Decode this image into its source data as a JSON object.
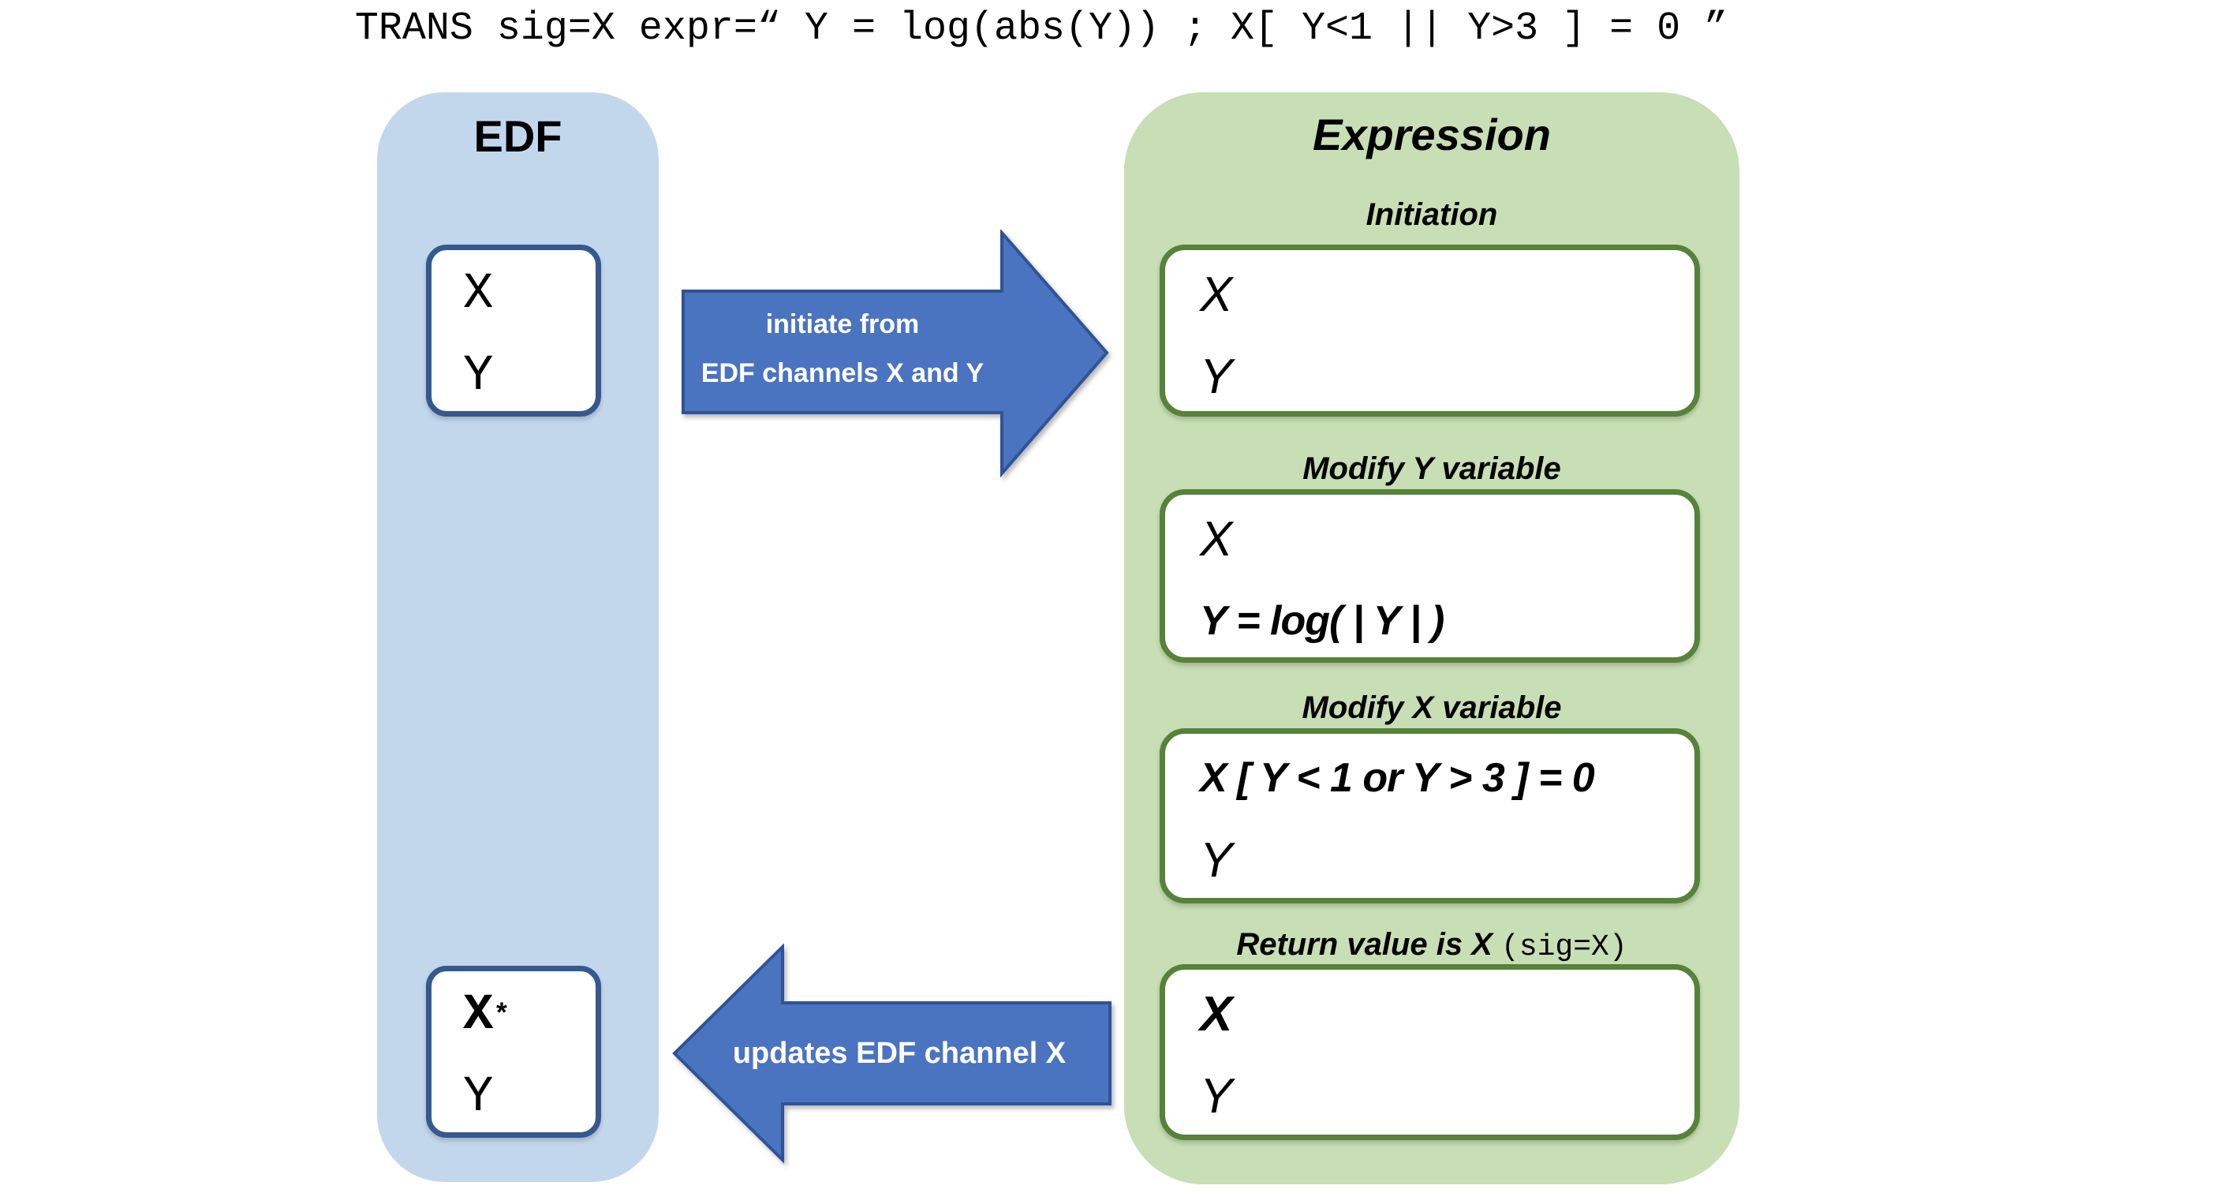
{
  "command": {
    "text": "TRANS sig=X expr=“ Y = log(abs(Y)) ; X[ Y<1 || Y>3 ] = 0 ”"
  },
  "edf_panel": {
    "title": "EDF",
    "input_box": {
      "x": "X",
      "y": "Y"
    },
    "output_box": {
      "x": "X",
      "star": "*",
      "y": "Y"
    }
  },
  "arrows": {
    "initiate": {
      "line1": "initiate from",
      "line2": "EDF channels X and Y"
    },
    "update": {
      "label": "updates EDF channel X"
    }
  },
  "expression_panel": {
    "title": "Expression",
    "sections": [
      {
        "label": "Initiation",
        "lines": [
          "X",
          "Y"
        ]
      },
      {
        "label": "Modify Y variable",
        "lines": [
          "X",
          "Y = log( | Y | )"
        ]
      },
      {
        "label": "Modify X variable",
        "lines": [
          "X [ Y < 1 or Y > 3 ] = 0",
          "Y"
        ]
      },
      {
        "label": "Return value is X ",
        "label_code": "(sig=X)",
        "lines": [
          "X",
          "Y"
        ]
      }
    ]
  },
  "colors": {
    "edf-panel-bg": "#c3d7ec",
    "edf-box-border": "#35598f",
    "arrow-fill": "#4a73c0",
    "arrow-stroke": "#2f5496",
    "arrow-text": "#ffffff",
    "expr-panel-bg": "#c8deb4",
    "expr-box-border": "#56823a",
    "text": "#000000"
  }
}
